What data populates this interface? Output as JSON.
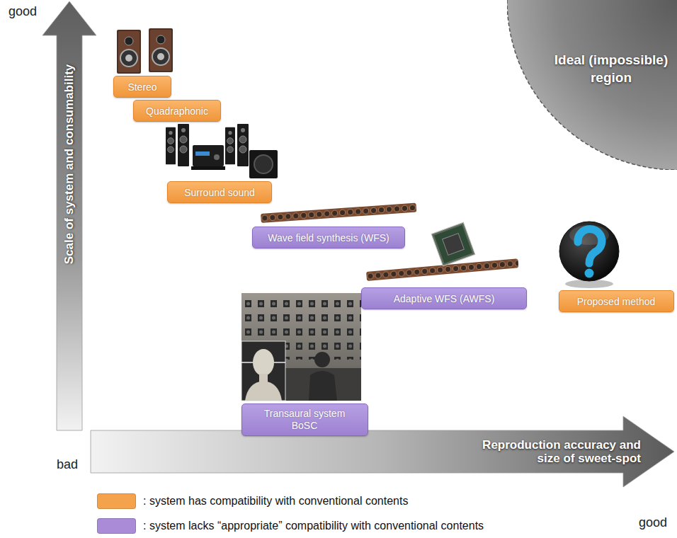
{
  "diagram": {
    "nodes": [
      {
        "text": [
          "Ideal (impossible) region"
        ]
      },
      {
        "text": [
          "Stereo"
        ]
      },
      {
        "text": [
          "Quadraphonic"
        ]
      },
      {
        "text": [
          "Surround sound"
        ]
      },
      {
        "text": [
          "Wave field synthesis (WFS)"
        ]
      },
      {
        "text": [
          "Adaptive WFS (AWFS)"
        ]
      },
      {
        "text": [
          "Proposed method"
        ]
      },
      {
        "text": [
          "Transaural system BoSC"
        ]
      }
    ],
    "labels": [
      "good",
      "Scale of system and consumability",
      "bad",
      "Reproduction accuracy and size of sweet-spot",
      "good"
    ],
    "legend": [
      {
        "text": ": system has compatibility with conventional contents",
        "color": "#f5a24c"
      },
      {
        "text": ": system lacks “appropriate” compatibility with conventional contents",
        "color": "#a98bd8"
      }
    ]
  }
}
